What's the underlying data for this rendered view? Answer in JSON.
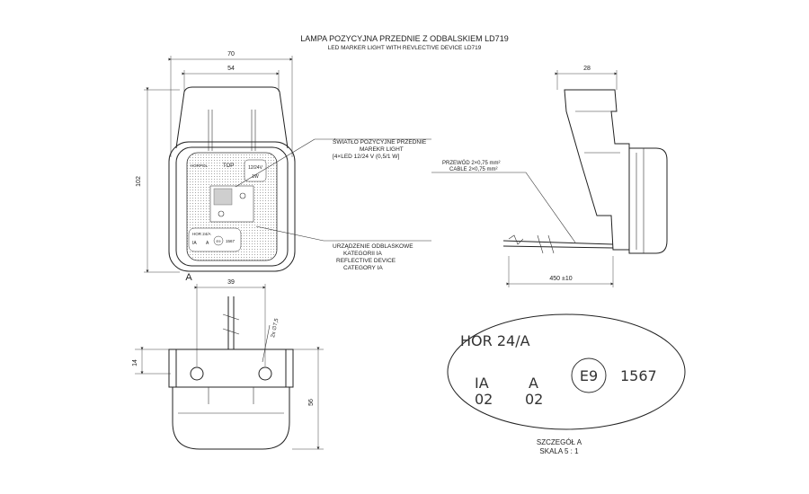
{
  "title": {
    "line1": "LAMPA POZYCYJNA PRZEDNIE Z ODBALSKIEM LD719",
    "line2": "LED MARKER LIGHT WITH REVLECTIVE DEVICE LD719"
  },
  "front_view": {
    "dim_width_outer": "70",
    "dim_width_inner": "54",
    "dim_height": "102",
    "view_label": "A",
    "lens_text": {
      "brand": "HORPOL",
      "top": "TOP",
      "voltage": "12/24V",
      "power": "1W",
      "hor": "HOR 24/A",
      "ia": "IA",
      "a": "A",
      "e_mark": "E9",
      "approval": "1567"
    }
  },
  "callouts": {
    "marker_light": {
      "line1": "ŚWIATŁO POZYCYJNE PRZEDNIE",
      "line2": "MAREKR LIGHT",
      "line3": "[4×LED 12/24 V (0,5/1 W]"
    },
    "reflective": {
      "line1": "URZĄDZENIE ODBLASKOWE",
      "line2": "KATEGORII IA",
      "line3": "REFLECTIVE DEVICE",
      "line4": "CATEGORY IA"
    },
    "cable": {
      "line1": "PRZEWÓD 2×0,75 mm²",
      "line2": "CABLE 2×0,75 mm²"
    }
  },
  "side_view": {
    "dim_depth": "28",
    "dim_cable": "450 ±10"
  },
  "bottom_view": {
    "dim_holes": "39",
    "dim_hole_offset": "14",
    "dim_height": "56",
    "hole_label": "2x ∅7,5"
  },
  "detail_a": {
    "hor": "HOR 24/A",
    "ia": "IA",
    "ia_num": "02",
    "a": "A",
    "a_num": "02",
    "e_mark": "E9",
    "approval": "1567",
    "caption1": "SZCZEGÓŁ A",
    "caption2": "SKALA 5 : 1"
  }
}
